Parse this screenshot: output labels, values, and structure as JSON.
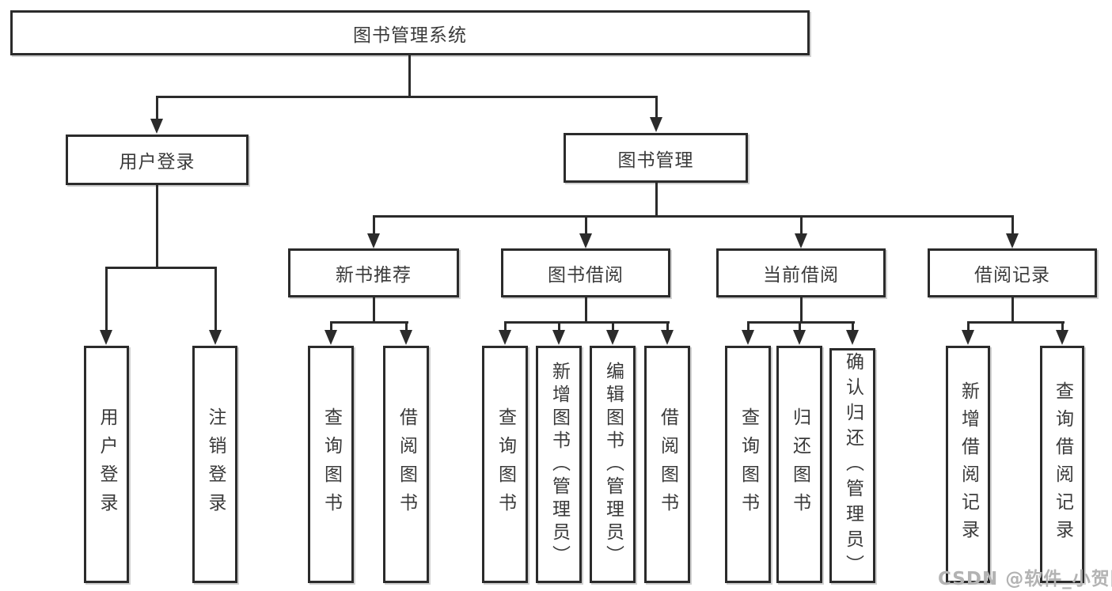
{
  "tree": {
    "root": {
      "label": "图书管理系统"
    },
    "branches": [
      {
        "label": "用户登录",
        "children": [
          {
            "label": "用户登录"
          },
          {
            "label": "注销登录"
          }
        ]
      },
      {
        "label": "图书管理",
        "children": [
          {
            "label": "新书推荐",
            "children": [
              {
                "label": "查询图书"
              },
              {
                "label": "借阅图书"
              }
            ]
          },
          {
            "label": "图书借阅",
            "children": [
              {
                "label": "查询图书"
              },
              {
                "label": "新增图书（管理员）"
              },
              {
                "label": "编辑图书（管理员）"
              },
              {
                "label": "借阅图书"
              }
            ]
          },
          {
            "label": "当前借阅",
            "children": [
              {
                "label": "查询图书"
              },
              {
                "label": "归还图书"
              },
              {
                "label": "确认归还（管理员）"
              }
            ]
          },
          {
            "label": "借阅记录",
            "children": [
              {
                "label": "新增借阅记录"
              },
              {
                "label": "查询借阅记录"
              }
            ]
          }
        ]
      }
    ]
  },
  "watermark": {
    "text": "CSDN @软件_小贺同学"
  },
  "colors": {
    "line": "#2b2b2b",
    "border": "#2b2b2b",
    "text": "#3a3a3a",
    "watermark": "#b3b3b3",
    "background": "#ffffff"
  }
}
